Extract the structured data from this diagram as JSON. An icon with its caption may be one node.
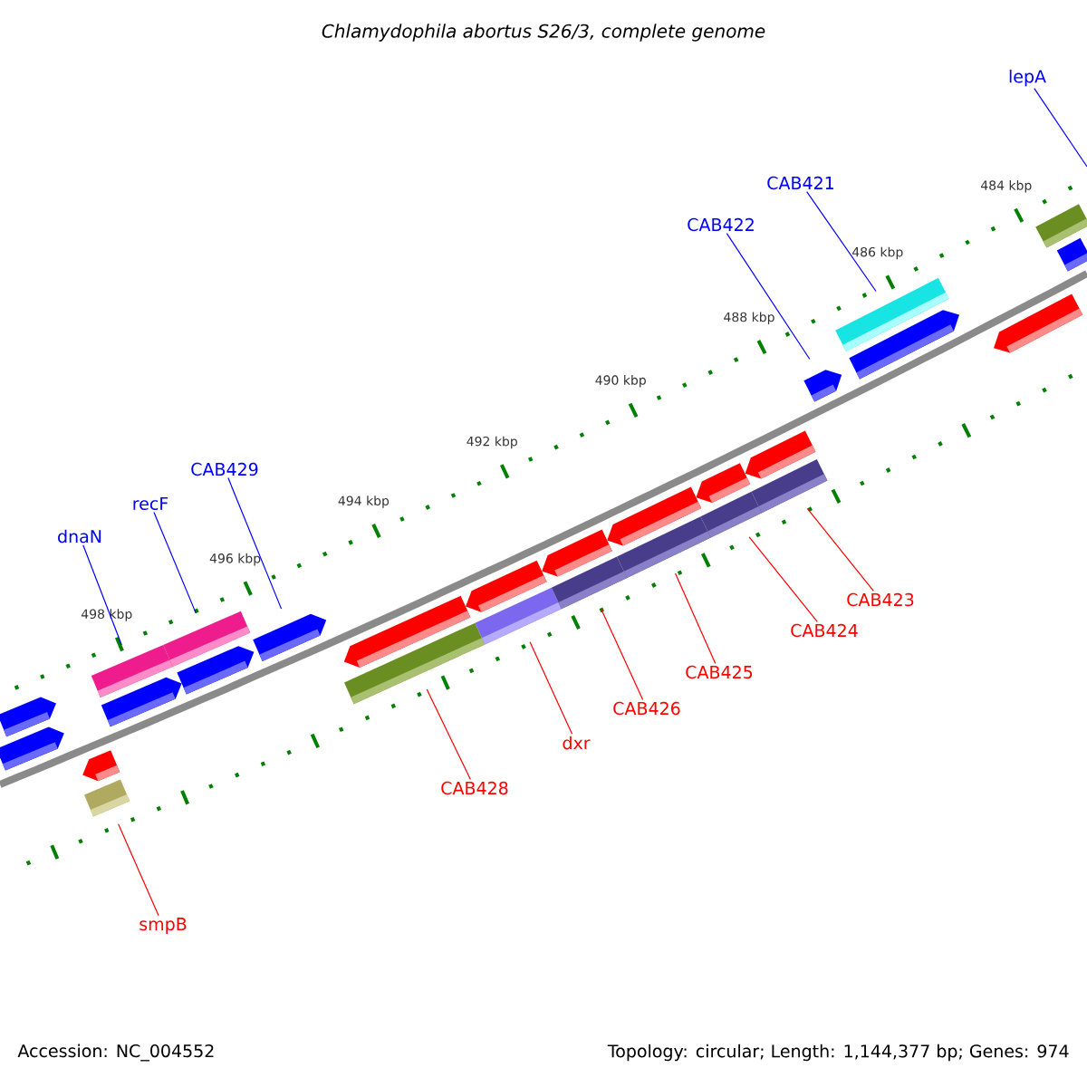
{
  "diagram": {
    "title": "Chlamydophila abortus S26/3, complete genome",
    "nodes": [
      {
        "text": [
          "lepA"
        ]
      },
      {
        "text": [
          "CAB421"
        ]
      },
      {
        "text": [
          "CAB422"
        ]
      },
      {
        "text": [
          "CAB429"
        ]
      },
      {
        "text": [
          "recF"
        ]
      },
      {
        "text": [
          "dnaN"
        ]
      },
      {
        "text": [
          "CAB423"
        ]
      },
      {
        "text": [
          "CAB424"
        ]
      },
      {
        "text": [
          "CAB425"
        ]
      },
      {
        "text": [
          "CAB426"
        ]
      },
      {
        "text": [
          "dxr"
        ]
      },
      {
        "text": [
          "CAB428"
        ]
      },
      {
        "text": [
          "smpB"
        ]
      },
      {
        "text": [],
        "shape": "bar"
      },
      {
        "text": [],
        "shape": "bar"
      },
      {
        "text": [],
        "shape": "bar"
      },
      {
        "text": [],
        "shape": "bar"
      },
      {
        "text": [],
        "shape": "bar"
      },
      {
        "text": [],
        "shape": "bar"
      },
      {
        "text": [],
        "shape": "bar"
      },
      {
        "text": [],
        "shape": "bar"
      },
      {
        "text": [],
        "shape": "bar"
      },
      {
        "text": [],
        "shape": "bar"
      },
      {
        "text": [],
        "shape": "bar"
      },
      {
        "text": [],
        "shape": "bar"
      },
      {
        "text": [],
        "shape": "bar"
      },
      {
        "text": [],
        "shape": "bar"
      },
      {
        "text": [],
        "shape": "bar"
      },
      {
        "text": [],
        "shape": "bar"
      },
      {
        "text": [],
        "shape": "bar"
      },
      {
        "text": [],
        "shape": "bar"
      },
      {
        "text": [],
        "shape": "bar"
      },
      {
        "text": [],
        "shape": "bar"
      },
      {
        "text": [],
        "shape": "bar"
      },
      {
        "text": [],
        "shape": "bar"
      },
      {
        "text": [],
        "shape": "bar"
      },
      {
        "text": [],
        "shape": "bar"
      },
      {
        "text": [],
        "shape": "bar"
      },
      {
        "text": [],
        "shape": "bar"
      },
      {
        "text": [],
        "shape": "bar"
      }
    ],
    "edges": [
      {
        "from": 0,
        "to": null,
        "arrow": "none",
        "color": "#0000ff"
      },
      {
        "from": 1,
        "to": 35,
        "arrow": "none",
        "color": "#0000ff"
      },
      {
        "from": 2,
        "to": 34,
        "arrow": "none",
        "color": "#0000ff"
      },
      {
        "from": 3,
        "to": 21,
        "arrow": "none",
        "color": "#0000ff"
      },
      {
        "from": 4,
        "to": 19,
        "arrow": "none",
        "color": "#0000ff"
      },
      {
        "from": 5,
        "to": 17,
        "arrow": "none",
        "color": "#0000ff"
      },
      {
        "from": 6,
        "to": 33,
        "arrow": "none"
      },
      {
        "from": 7,
        "to": 31,
        "arrow": "none"
      },
      {
        "from": 8,
        "to": 29,
        "arrow": "none"
      },
      {
        "from": 9,
        "to": 27,
        "arrow": "none"
      },
      {
        "from": 10,
        "to": 25,
        "arrow": "none"
      },
      {
        "from": 11,
        "to": 23,
        "arrow": "none"
      },
      {
        "from": 12,
        "to": 16,
        "arrow": "none"
      }
    ],
    "labels": [
      "484 kbp",
      "486 kbp",
      "488 kbp",
      "490 kbp",
      "492 kbp",
      "494 kbp",
      "496 kbp",
      "498 kbp",
      "Accession: NC_004552",
      "Topology: circular; Length: 1,144,377 bp; Genes: 974"
    ]
  }
}
